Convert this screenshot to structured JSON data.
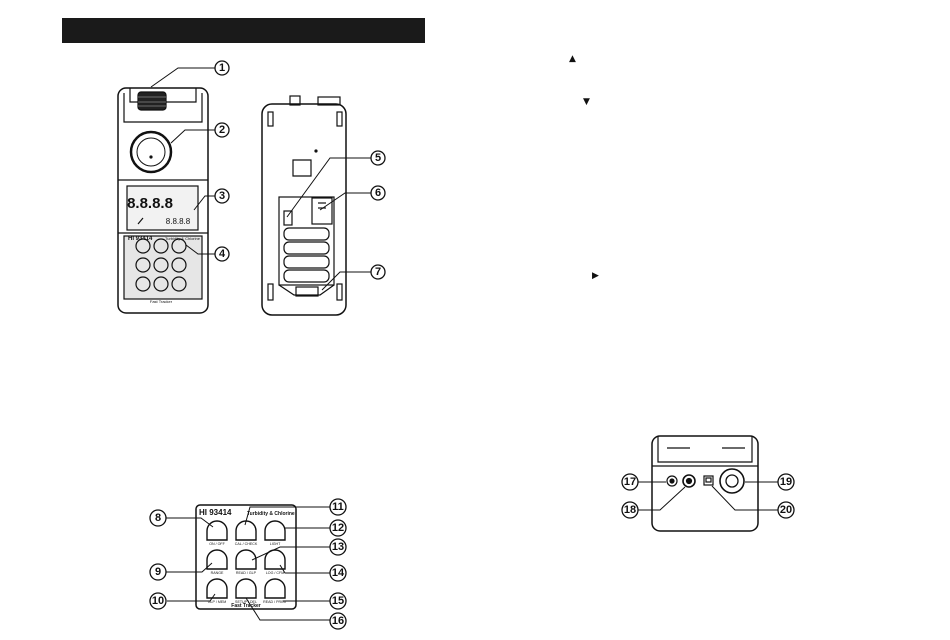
{
  "header": {
    "text": ""
  },
  "arrows": {
    "up": "▲",
    "down": "▼",
    "right": "▶"
  },
  "meter": {
    "model": "HI 93414",
    "subtitle": "Turbidity & Chlorine",
    "lcd_digits": "8.8.8.8",
    "lcd_small_digits": "8.8.8.8",
    "keypad_footer": "Fast Tracker"
  },
  "keypad": {
    "model": "HI 93414",
    "subtitle": "Turbidity & Chlorine",
    "footer": "Fast Tracker",
    "keys": [
      "ON / OFF",
      "CAL / CHECK",
      "LIGHT",
      "RANGE",
      "READ / GLP",
      "LOG / CFM",
      "GLP / MEM",
      "SETUP / DEL",
      "READ / PRINT"
    ]
  },
  "callouts": [
    "1",
    "2",
    "3",
    "4",
    "5",
    "6",
    "7",
    "8",
    "9",
    "10",
    "11",
    "12",
    "13",
    "14",
    "15",
    "16",
    "17",
    "18",
    "19",
    "20"
  ],
  "colors": {
    "ink": "#111111",
    "panel": "#e6e6e6",
    "lcd": "#f2f2f2",
    "bar": "#1a1a1a"
  }
}
